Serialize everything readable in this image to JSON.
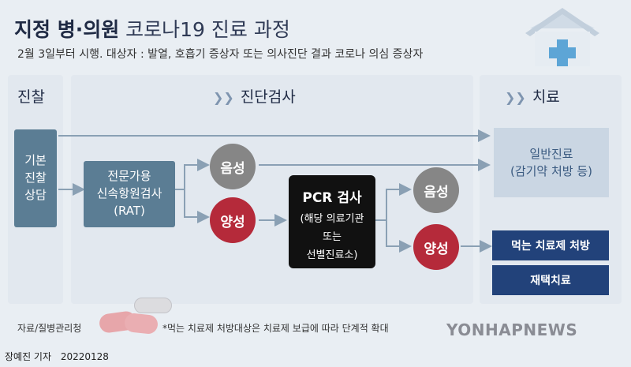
{
  "title": {
    "bold": "지정 병·의원",
    "rest": "코로나19 진료 과정"
  },
  "subtitle": "2월 3일부터 시행. 대상자 : 발열, 호흡기 증상자 또는 의사진단 결과 코로나 의심 증상자",
  "sections": {
    "exam": "진찰",
    "diagnosis": "진단검사",
    "treatment": "치료"
  },
  "nodes": {
    "consult": "기본\n진찰\n상담",
    "rat": "전문가용\n신속항원검사\n(RAT)",
    "negative": "음성",
    "positive": "양성",
    "pcr_title": "PCR 검사",
    "pcr_detail": "(해당 의료기관\n또는\n선별진료소)",
    "general_care": "일반진료\n(감기약 처방 등)",
    "oral_prescription": "먹는 치료제 처방",
    "home_care": "재택치료"
  },
  "source": "자료/질병관리청",
  "footnote": "*먹는 치료제 처방대상은 치료제 보급에 따라 단계적 확대",
  "byline": {
    "reporter": "장예진 기자",
    "date": "20220128"
  },
  "watermark": "YONHAPNEWS",
  "colors": {
    "box_blue": "#5b7d94",
    "negative_gray": "#868686",
    "positive_red": "#b52a3a",
    "navy": "#22427a",
    "arrow": "#8aa0b4"
  }
}
